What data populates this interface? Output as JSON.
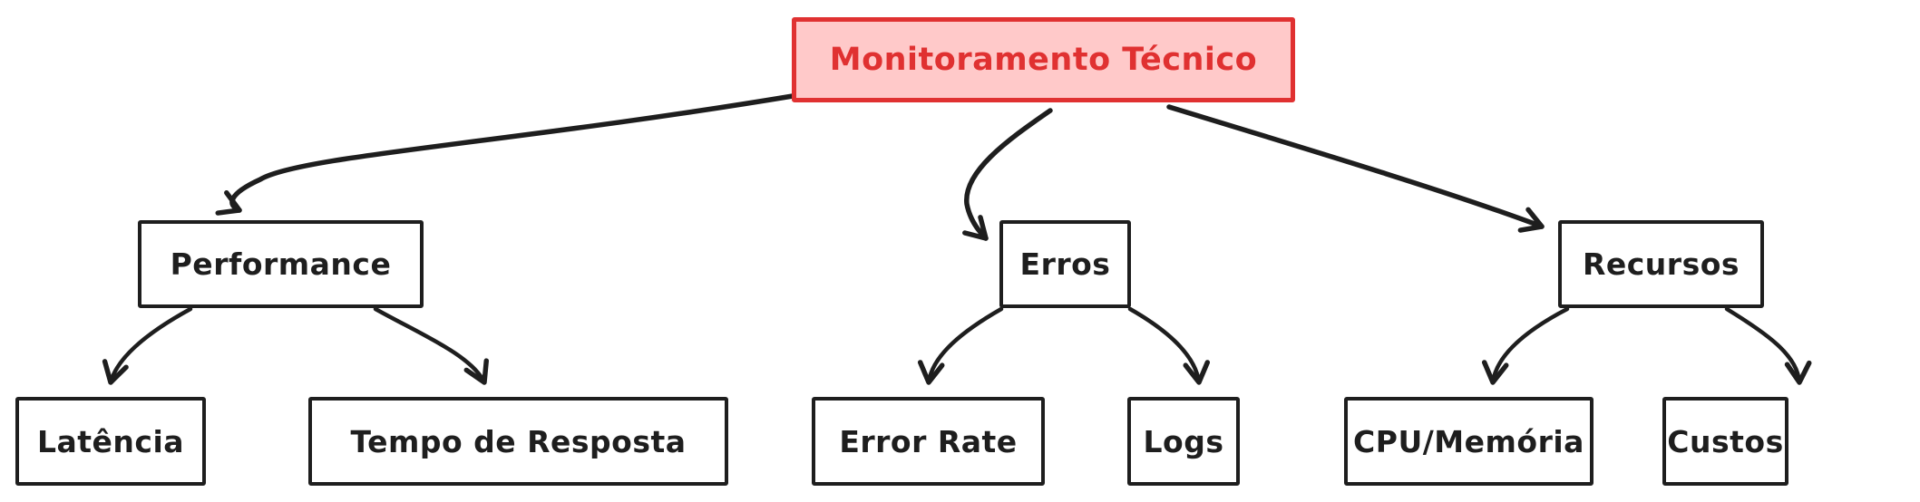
{
  "diagram": {
    "type": "flowchart",
    "style": "hand-drawn",
    "background": "#ffffff",
    "colors": {
      "root_border": "#e03131",
      "root_fill": "#ffc9c9",
      "root_text": "#e03131",
      "node_border": "#1e1e1e",
      "node_fill": "#ffffff",
      "node_text": "#1e1e1e",
      "arrow": "#1e1e1e"
    },
    "nodes": {
      "root": {
        "label": "Monitoramento Técnico"
      },
      "performance": {
        "label": "Performance"
      },
      "erros": {
        "label": "Erros"
      },
      "recursos": {
        "label": "Recursos"
      },
      "latencia": {
        "label": "Latência"
      },
      "tempo": {
        "label": "Tempo de Resposta"
      },
      "error_rate": {
        "label": "Error Rate"
      },
      "logs": {
        "label": "Logs"
      },
      "cpu": {
        "label": "CPU/Memória"
      },
      "custos": {
        "label": "Custos"
      }
    },
    "edges": [
      {
        "from": "Monitoramento Técnico",
        "to": "Performance"
      },
      {
        "from": "Monitoramento Técnico",
        "to": "Erros"
      },
      {
        "from": "Monitoramento Técnico",
        "to": "Recursos"
      },
      {
        "from": "Performance",
        "to": "Latência"
      },
      {
        "from": "Performance",
        "to": "Tempo de Resposta"
      },
      {
        "from": "Erros",
        "to": "Error Rate"
      },
      {
        "from": "Erros",
        "to": "Logs"
      },
      {
        "from": "Recursos",
        "to": "CPU/Memória"
      },
      {
        "from": "Recursos",
        "to": "Custos"
      }
    ]
  }
}
